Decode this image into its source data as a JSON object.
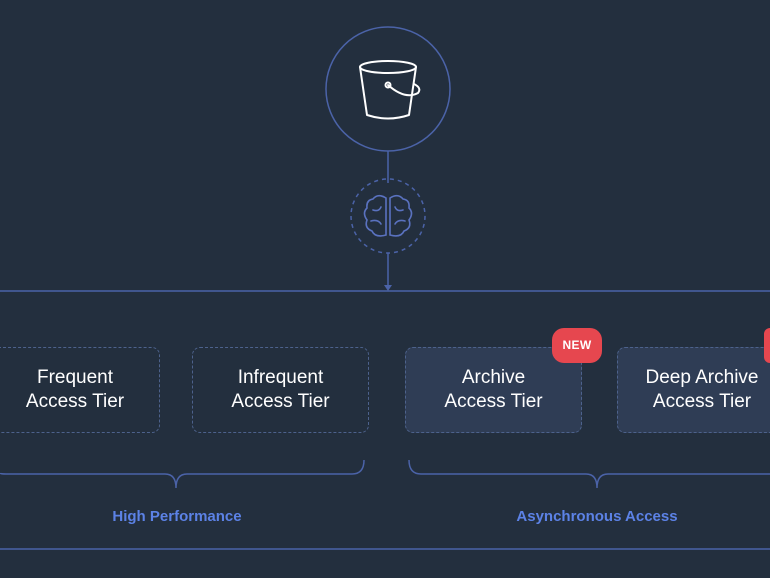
{
  "icons": {
    "storage": "bucket-icon",
    "intelligence": "brain-icon"
  },
  "tiers": [
    {
      "line1": "Frequent",
      "line2": "Access Tier"
    },
    {
      "line1": "Infrequent",
      "line2": "Access Tier"
    },
    {
      "line1": "Archive",
      "line2": "Access Tier",
      "badge": "NEW"
    },
    {
      "line1": "Deep Archive",
      "line2": "Access Tier"
    }
  ],
  "groups": {
    "high_performance": "High Performance",
    "asynchronous_access": "Asynchronous Access"
  },
  "colors": {
    "background": "#232f3e",
    "line": "#4b63a8",
    "group_label": "#5c82e6",
    "badge": "#e6474f",
    "tier_fill": "#2f3d55"
  }
}
